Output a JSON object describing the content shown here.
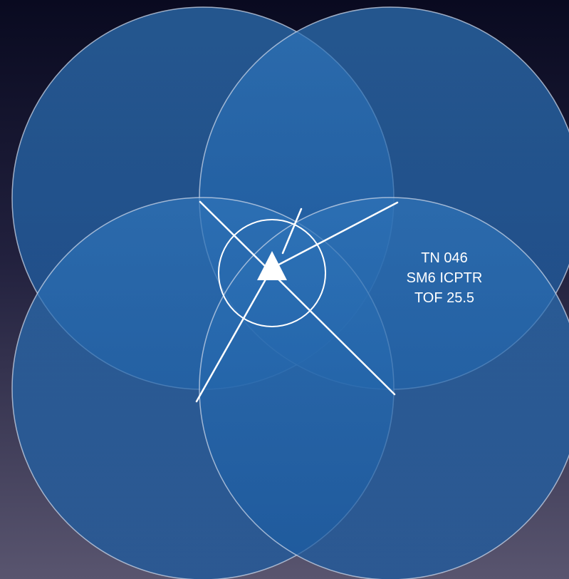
{
  "diagram": {
    "track_info": {
      "track_number": "TN 046",
      "weapon": "SM6 ICPTR",
      "time_of_flight": "TOF 25.5"
    },
    "colors": {
      "background_top": "#0a0a22",
      "background_bottom": "#56526e",
      "circle_fill": "#2a6bb0",
      "circle_stroke": "#c9d6e8",
      "line": "#ffffff",
      "marker": "#ffffff"
    },
    "icons": {
      "track_marker": "triangle-icon",
      "center_ring": "target-ring-icon"
    }
  }
}
